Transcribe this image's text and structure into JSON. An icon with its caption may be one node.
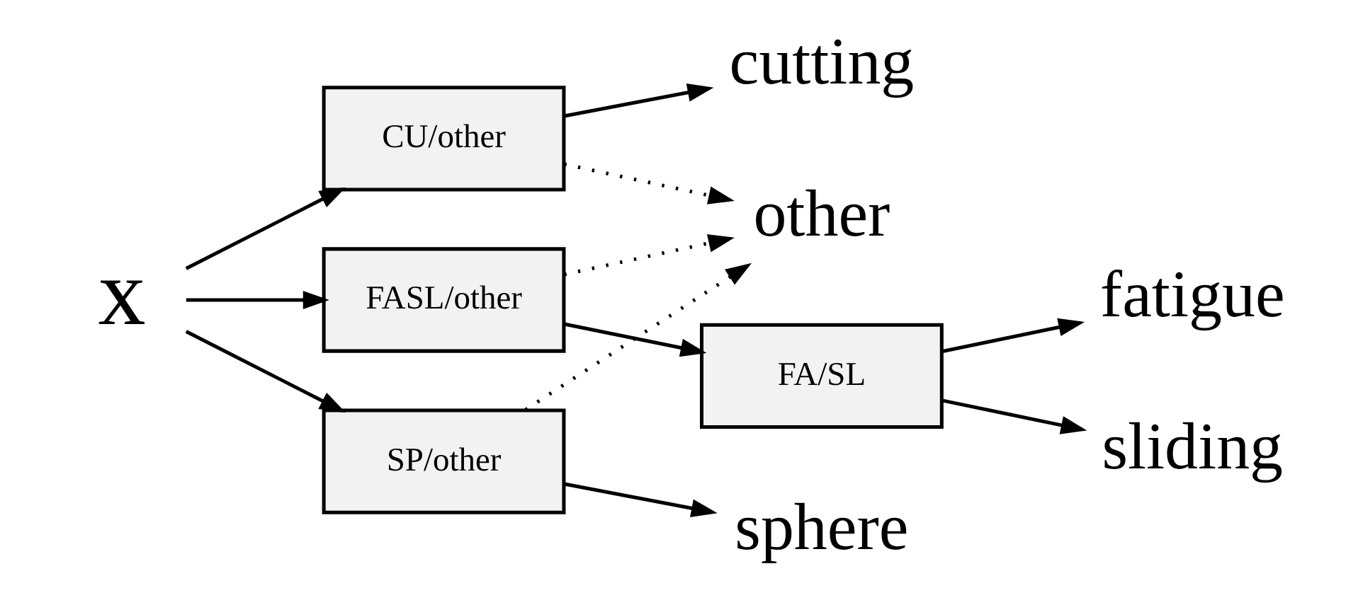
{
  "diagram": {
    "nodes": [
      {
        "text": [
          "x"
        ]
      },
      {
        "text": [
          "CU/other"
        ]
      },
      {
        "text": [
          "FASL/other"
        ]
      },
      {
        "text": [
          "SP/other"
        ]
      },
      {
        "text": [
          "cutting"
        ]
      },
      {
        "text": [
          "FA/SL"
        ]
      },
      {
        "text": [
          "fatigue"
        ]
      },
      {
        "text": [
          "sliding"
        ]
      },
      {
        "text": [
          "sphere"
        ]
      },
      {
        "text": [
          "other"
        ]
      }
    ],
    "edges": [
      {
        "from": 0,
        "to": 1,
        "arrow": "to"
      },
      {
        "from": 0,
        "to": 2,
        "arrow": "to"
      },
      {
        "from": 0,
        "to": 3,
        "arrow": "to"
      },
      {
        "from": 1,
        "to": 4,
        "arrow": "to"
      },
      {
        "from": 2,
        "to": 5,
        "arrow": "to"
      },
      {
        "from": 5,
        "to": 6,
        "arrow": "to"
      },
      {
        "from": 5,
        "to": 7,
        "arrow": "to"
      },
      {
        "from": 3,
        "to": 8,
        "arrow": "to"
      },
      {
        "from": 1,
        "to": 9,
        "arrow": "to",
        "style": "dashed"
      },
      {
        "from": 2,
        "to": 9,
        "arrow": "to",
        "style": "dashed"
      },
      {
        "from": 3,
        "to": 9,
        "arrow": "to",
        "style": "dashed"
      }
    ]
  }
}
